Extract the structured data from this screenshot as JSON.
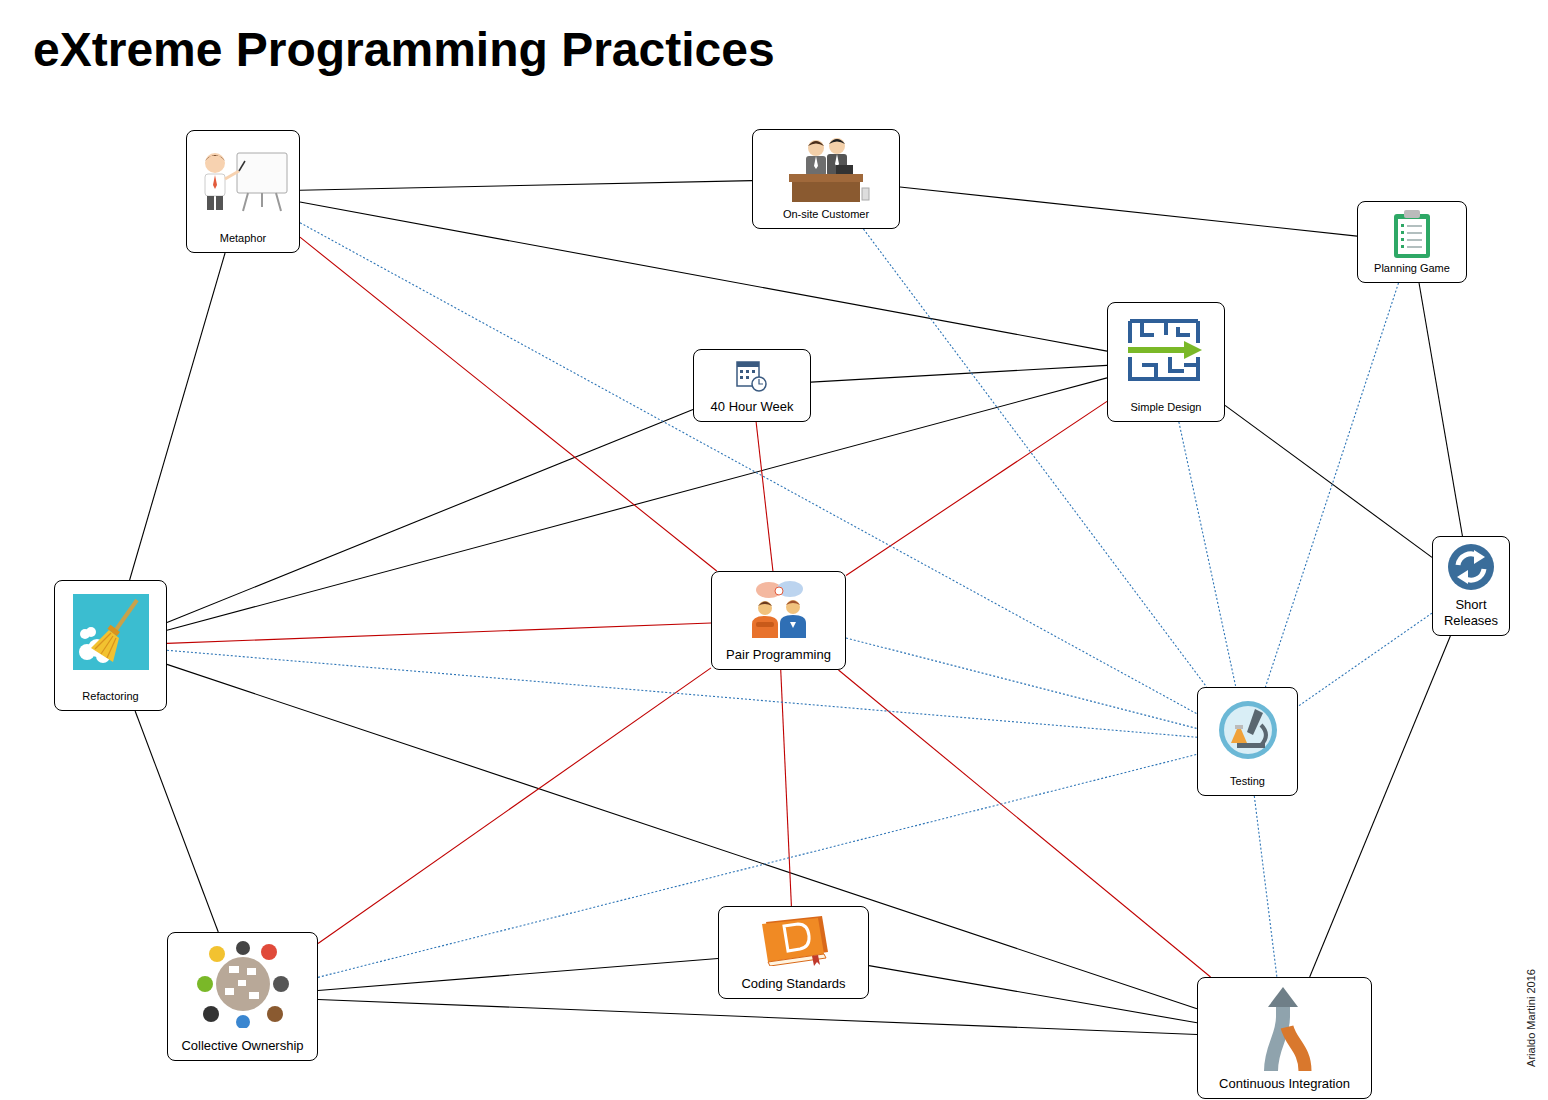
{
  "diagram": {
    "title": "eXtreme Programming Practices",
    "nodes": [
      {
        "text": [
          "Metaphor"
        ]
      },
      {
        "text": [
          "On-site Customer"
        ]
      },
      {
        "text": [
          "Planning Game"
        ]
      },
      {
        "text": [
          "Simple Design"
        ]
      },
      {
        "text": [
          "40 Hour Week"
        ]
      },
      {
        "text": [
          "Refactoring"
        ]
      },
      {
        "text": [
          "Short Releases"
        ]
      },
      {
        "text": [
          "Pair Programming"
        ]
      },
      {
        "text": [
          "Testing"
        ]
      },
      {
        "text": [
          "Coding Standards"
        ]
      },
      {
        "text": [
          "Collective Ownership"
        ]
      },
      {
        "text": [
          "Continuous Integration"
        ]
      }
    ],
    "edges": [
      {
        "from": 0,
        "to": 1,
        "arrow": "none"
      },
      {
        "from": 1,
        "to": 2,
        "arrow": "none"
      },
      {
        "from": 0,
        "to": 3,
        "arrow": "none"
      },
      {
        "from": 0,
        "to": 5,
        "arrow": "none"
      },
      {
        "from": 4,
        "to": 3,
        "arrow": "none"
      },
      {
        "from": 5,
        "to": 4,
        "arrow": "none"
      },
      {
        "from": 5,
        "to": 3,
        "arrow": "none"
      },
      {
        "from": 3,
        "to": 6,
        "arrow": "none"
      },
      {
        "from": 2,
        "to": 6,
        "arrow": "none"
      },
      {
        "from": 6,
        "to": 11,
        "arrow": "none"
      },
      {
        "from": 5,
        "to": 11,
        "arrow": "none"
      },
      {
        "from": 5,
        "to": 10,
        "arrow": "none"
      },
      {
        "from": 10,
        "to": 9,
        "arrow": "none"
      },
      {
        "from": 9,
        "to": 11,
        "arrow": "none"
      },
      {
        "from": 10,
        "to": 11,
        "arrow": "none"
      },
      {
        "from": 0,
        "to": 7,
        "arrow": "none"
      },
      {
        "from": 4,
        "to": 7,
        "arrow": "none"
      },
      {
        "from": 3,
        "to": 7,
        "arrow": "none"
      },
      {
        "from": 5,
        "to": 7,
        "arrow": "none"
      },
      {
        "from": 7,
        "to": 10,
        "arrow": "none"
      },
      {
        "from": 7,
        "to": 9,
        "arrow": "none"
      },
      {
        "from": 7,
        "to": 11,
        "arrow": "none"
      },
      {
        "from": 0,
        "to": 8,
        "arrow": "none"
      },
      {
        "from": 1,
        "to": 8,
        "arrow": "none"
      },
      {
        "from": 2,
        "to": 8,
        "arrow": "none"
      },
      {
        "from": 3,
        "to": 8,
        "arrow": "none"
      },
      {
        "from": 6,
        "to": 8,
        "arrow": "none"
      },
      {
        "from": 7,
        "to": 8,
        "arrow": "none"
      },
      {
        "from": 5,
        "to": 8,
        "arrow": "none"
      },
      {
        "from": 10,
        "to": 8,
        "arrow": "none"
      },
      {
        "from": 8,
        "to": 11,
        "arrow": "none"
      }
    ],
    "labels": [
      "Arialdo Martini 2016"
    ]
  }
}
